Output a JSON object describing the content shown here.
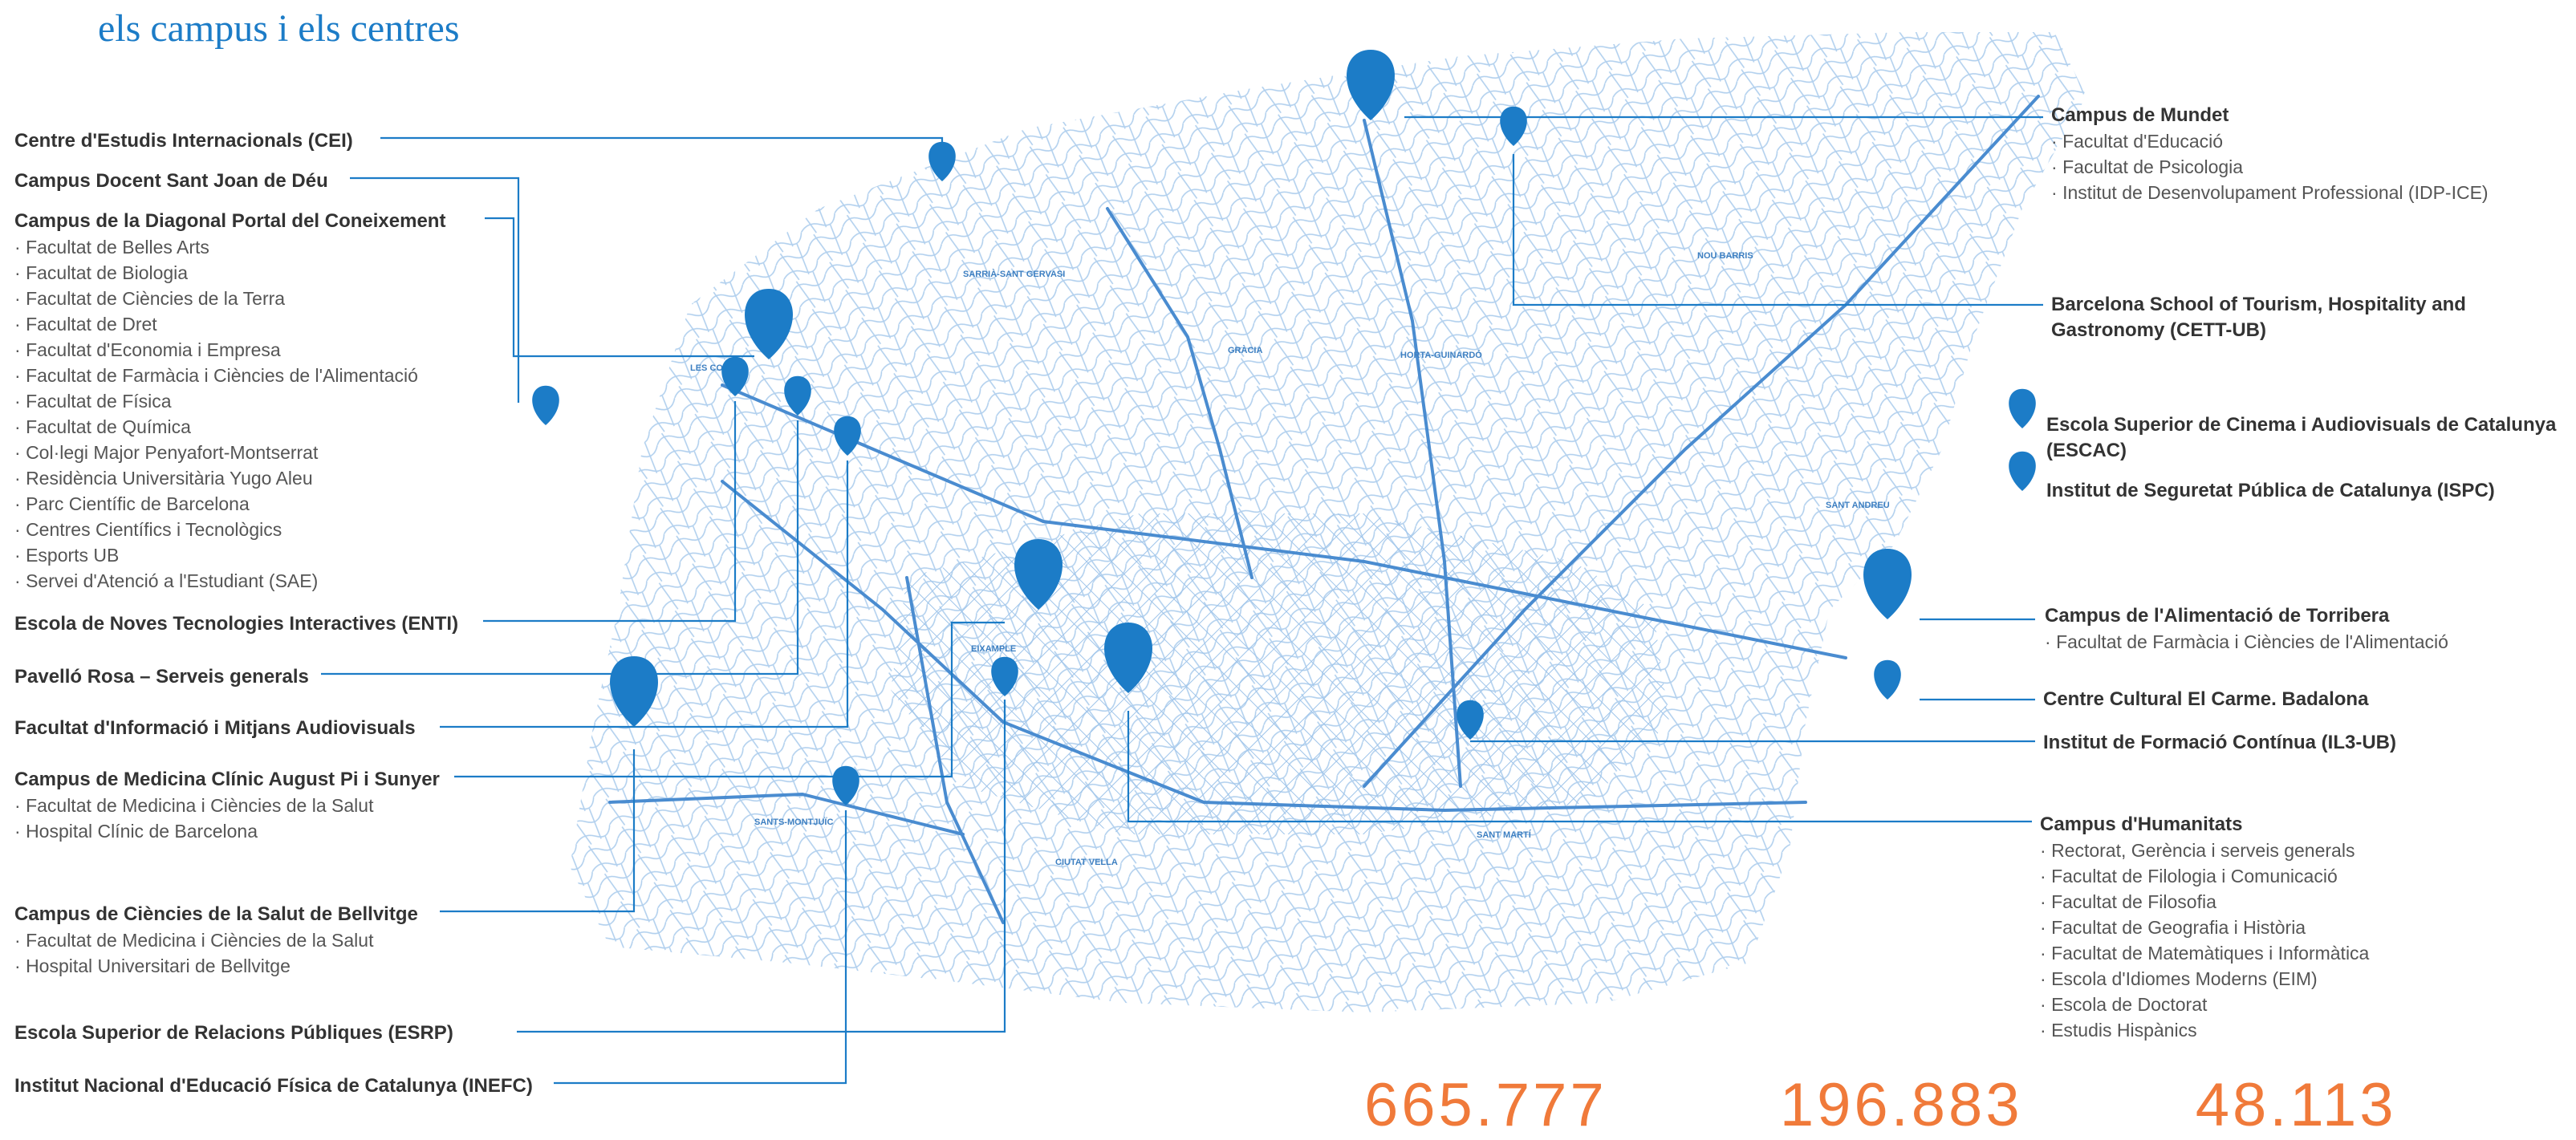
{
  "page": {
    "title": "els campus i els centres"
  },
  "colors": {
    "accent": "#1c7cc7",
    "street": "#9ec4ea",
    "main_road": "#4a8cd0",
    "text": "#333333",
    "stat": "#f07a3a"
  },
  "map": {
    "district_labels": [
      "SARRIÀ-SANT GERVASI",
      "LES CORTS",
      "GRÀCIA",
      "HORTA-GUINARDÓ",
      "NOU BARRIS",
      "SANT ANDREU",
      "EIXAMPLE",
      "SANTS-MONTJUÏC",
      "CIUTAT VELLA",
      "SANT MARTÍ"
    ],
    "pin_icon": "map-pin-icon"
  },
  "left_labels": [
    {
      "name": "Centre d'Estudis Internacionals (CEI)",
      "items": []
    },
    {
      "name": "Campus Docent Sant Joan de Déu",
      "items": []
    },
    {
      "name": "Campus de la Diagonal Portal del Coneixement",
      "items": [
        "Facultat de Belles Arts",
        "Facultat de Biologia",
        "Facultat de Ciències de la Terra",
        "Facultat de Dret",
        "Facultat d'Economia i Empresa",
        "Facultat de Farmàcia i Ciències de l'Alimentació",
        "Facultat de Física",
        "Facultat de Química",
        "Col·legi Major Penyafort-Montserrat",
        "Residència Universitària Yugo Aleu",
        "Parc Científic de Barcelona",
        "Centres Científics i Tecnològics",
        "Esports UB",
        "Servei d'Atenció a l'Estudiant (SAE)"
      ]
    },
    {
      "name": "Escola de Noves Tecnologies Interactives (ENTI)",
      "items": []
    },
    {
      "name": "Pavelló Rosa – Serveis generals",
      "items": []
    },
    {
      "name": "Facultat d'Informació i Mitjans Audiovisuals",
      "items": []
    },
    {
      "name": "Campus de Medicina Clínic August Pi i Sunyer",
      "items": [
        "Facultat de Medicina i Ciències de la Salut",
        "Hospital Clínic de Barcelona"
      ]
    },
    {
      "name": "Campus de Ciències de la Salut de Bellvitge",
      "items": [
        "Facultat de Medicina i Ciències de la Salut",
        "Hospital Universitari de Bellvitge"
      ]
    },
    {
      "name": "Escola Superior de Relacions Públiques (ESRP)",
      "items": []
    },
    {
      "name": "Institut Nacional d'Educació Física de Catalunya (INEFC)",
      "items": []
    }
  ],
  "right_labels": [
    {
      "name": "Campus de Mundet",
      "items": [
        "Facultat d'Educació",
        "Facultat de Psicologia",
        "Institut de Desenvolupament Professional (IDP-ICE)"
      ]
    },
    {
      "name": "Barcelona School of Tourism, Hospitality and Gastronomy (CETT-UB)",
      "items": []
    },
    {
      "name": "Escola Superior de Cinema i Audiovisuals de Catalunya (ESCAC)",
      "items": []
    },
    {
      "name": "Institut de Seguretat Pública de Catalunya (ISPC)",
      "items": []
    },
    {
      "name": "Campus de l'Alimentació de Torribera",
      "items": [
        "Facultat de Farmàcia i Ciències de l'Alimentació"
      ]
    },
    {
      "name": "Centre Cultural El Carme. Badalona",
      "items": []
    },
    {
      "name": "Institut de Formació Contínua (IL3-UB)",
      "items": []
    },
    {
      "name": "Campus d'Humanitats",
      "items": [
        "Rectorat, Gerència i serveis generals",
        "Facultat de Filologia i Comunicació",
        "Facultat de Filosofia",
        "Facultat de Geografia i Història",
        "Facultat de Matemàtiques i Informàtica",
        "Escola d'Idiomes Moderns (EIM)",
        "Escola de Doctorat",
        "Estudis Hispànics"
      ]
    }
  ],
  "stats": [
    "665.777",
    "196.883",
    "48.113"
  ]
}
